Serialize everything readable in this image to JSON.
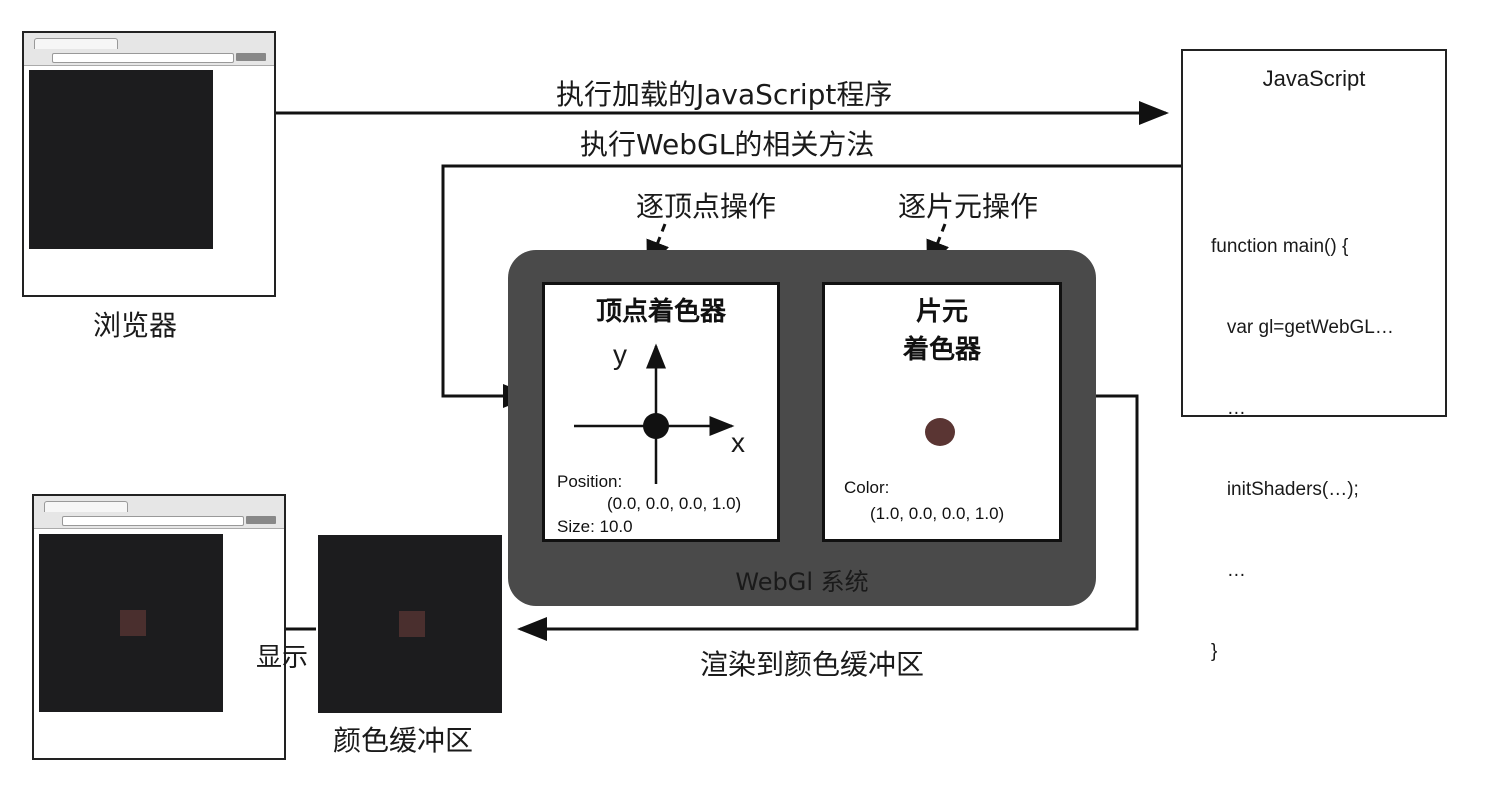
{
  "labels": {
    "browser": "浏览器",
    "exec_js": "执行加载的JavaScript程序",
    "exec_webgl": "执行WebGL的相关方法",
    "per_vertex": "逐顶点操作",
    "per_fragment": "逐片元操作",
    "render_to_buffer": "渲染到颜色缓冲区",
    "display": "显示",
    "color_buffer": "颜色缓冲区",
    "webgl_system": "WebGl 系统"
  },
  "javascript": {
    "title": "JavaScript",
    "code": [
      "function main() {",
      "   var gl=getWebGL…",
      "   …",
      "   initShaders(…);",
      "   …",
      "}"
    ]
  },
  "vertex_shader": {
    "title": "顶点着色器",
    "axis_y": "y",
    "axis_x": "x",
    "position_label": "Position:",
    "position_value": "(0.0, 0.0, 0.0, 1.0)",
    "size": "Size: 10.0"
  },
  "fragment_shader": {
    "title_line1": "片元",
    "title_line2": "着色器",
    "color_label": "Color:",
    "color_value": "(1.0, 0.0, 0.0, 1.0)"
  },
  "colors": {
    "webgl_bg": "#4a4a4a",
    "canvas_bg": "#1c1c1e",
    "point_red": "#5a3533"
  }
}
